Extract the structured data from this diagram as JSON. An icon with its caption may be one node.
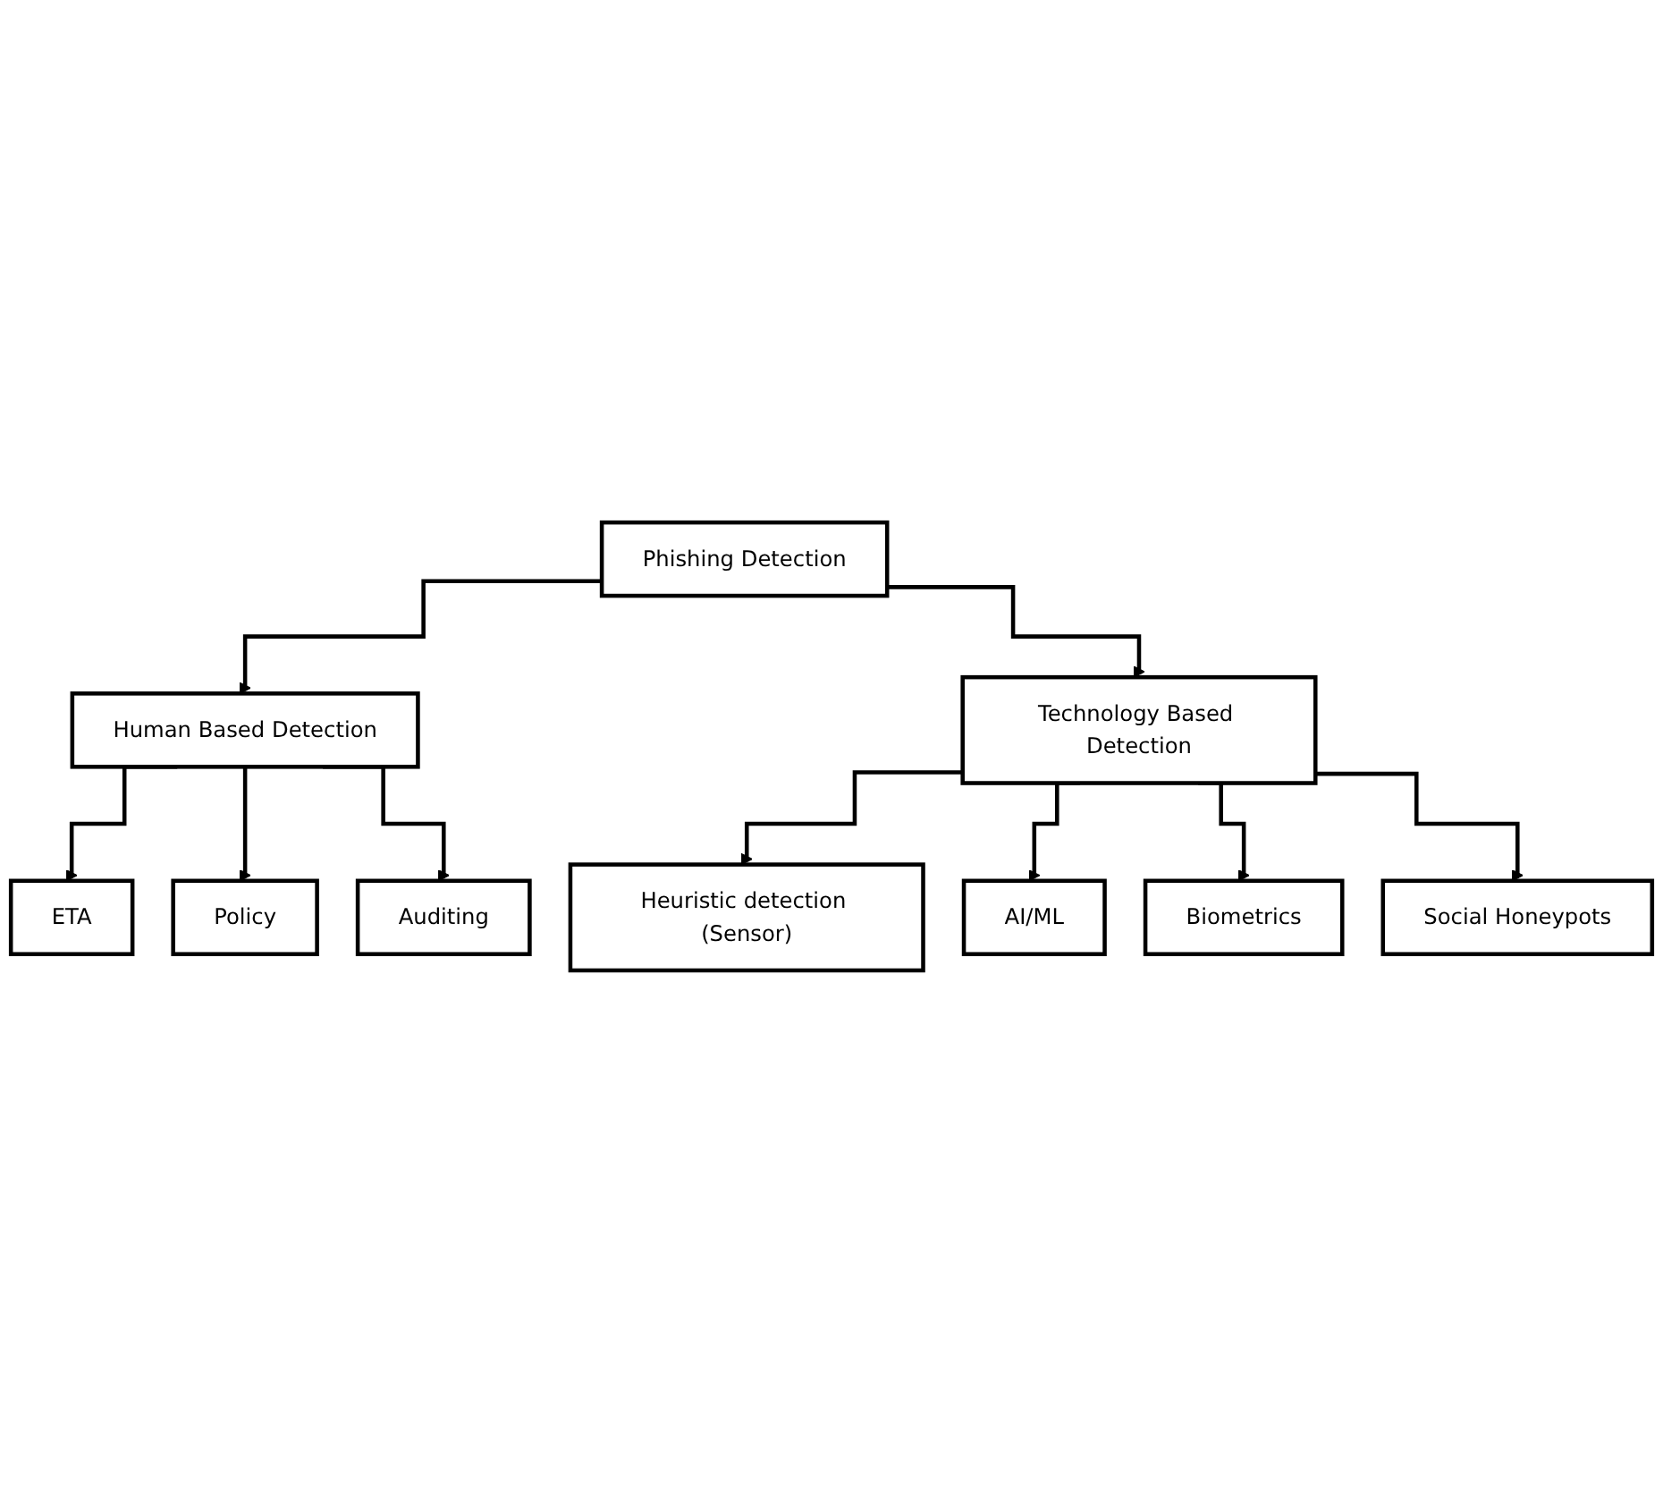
{
  "diagram": {
    "nodes": [
      {
        "text": [
          "Phishing Detection"
        ]
      },
      {
        "text": [
          "Human Based Detection"
        ]
      },
      {
        "text": [
          "Technology Based Detection"
        ]
      },
      {
        "text": [
          "ETA"
        ]
      },
      {
        "text": [
          "Policy"
        ]
      },
      {
        "text": [
          "Auditing"
        ]
      },
      {
        "text": [
          "Heuristic detection (Sensor)"
        ]
      },
      {
        "text": [
          "AI/ML"
        ]
      },
      {
        "text": [
          "Biometrics"
        ]
      },
      {
        "text": [
          "Social Honeypots"
        ]
      }
    ],
    "edges": [
      {
        "from": 0,
        "to": 1,
        "arrow": "to"
      },
      {
        "from": 0,
        "to": 2,
        "arrow": "to"
      },
      {
        "from": 1,
        "to": 3,
        "arrow": "to"
      },
      {
        "from": 1,
        "to": 4,
        "arrow": "to"
      },
      {
        "from": 1,
        "to": 5,
        "arrow": "to"
      },
      {
        "from": 2,
        "to": 6,
        "arrow": "to"
      },
      {
        "from": 2,
        "to": 7,
        "arrow": "to"
      },
      {
        "from": 2,
        "to": 8,
        "arrow": "to"
      },
      {
        "from": 2,
        "to": 9,
        "arrow": "to"
      }
    ]
  }
}
